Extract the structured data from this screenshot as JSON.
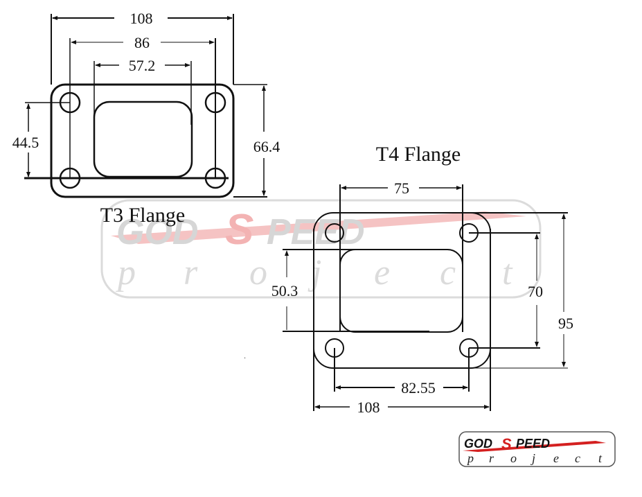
{
  "t3": {
    "title": "T3 Flange",
    "dims": {
      "overall_width": "108",
      "bolt_spacing_x": "86",
      "port_width": "57.2",
      "bolt_spacing_y": "44.5",
      "overall_height": "66.4"
    }
  },
  "t4": {
    "title": "T4 Flange",
    "dims": {
      "port_width": "75",
      "port_height": "50.3",
      "bolt_spacing_y": "70",
      "overall_height": "95",
      "bolt_spacing_x": "82.55",
      "overall_width": "108"
    }
  },
  "watermark": {
    "brand_top": "GODSPEED",
    "brand_left": "GOD",
    "brand_s": "S",
    "brand_right": "PEED",
    "brand_bottom": "project",
    "letters": [
      "p",
      "r",
      "o",
      "j",
      "e",
      "c",
      "t"
    ]
  },
  "logo": {
    "brand_left": "GOD",
    "brand_s": "S",
    "brand_right": "PEED",
    "brand_bottom": "project",
    "letters": [
      "p",
      "r",
      "o",
      "j",
      "e",
      "c",
      "t"
    ]
  },
  "colors": {
    "line": "#111111",
    "watermark_gray": "#c8c8c8",
    "watermark_red": "#e88a8a",
    "logo_red": "#d42020"
  }
}
